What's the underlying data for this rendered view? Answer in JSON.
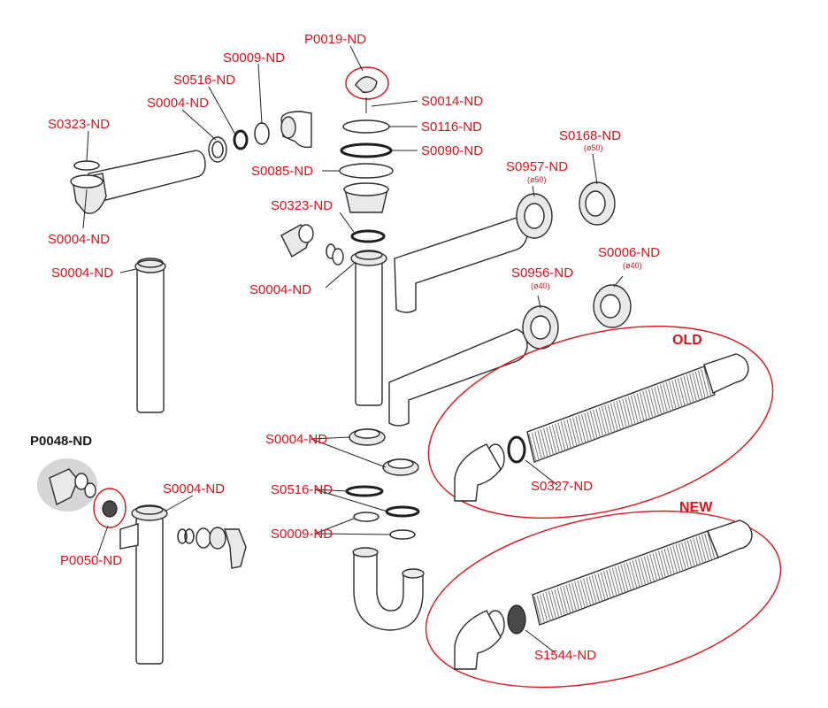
{
  "labels": {
    "p0019": "P0019-ND",
    "s0516_top": "S0516-ND",
    "s0009_top": "S0009-ND",
    "s0004_top": "S0004-ND",
    "s0323_left": "S0323-ND",
    "s0004_left": "S0004-ND",
    "s0004_tube": "S0004-ND",
    "s0014": "S0014-ND",
    "s0116": "S0116-ND",
    "s0090": "S0090-ND",
    "s0085": "S0085-ND",
    "s0323_mid": "S0323-ND",
    "s0004_mid": "S0004-ND",
    "s0168": "S0168-ND",
    "s0168_sub": "(ø50)",
    "s0957": "S0957-ND",
    "s0957_sub": "(ø50)",
    "s0006": "S0006-ND",
    "s0006_sub": "(ø40)",
    "s0956": "S0956-ND",
    "s0956_sub": "(ø40)",
    "old": "OLD",
    "s0327": "S0327-ND",
    "p0048": "P0048-ND",
    "s0004_bl": "S0004-ND",
    "p0050": "P0050-ND",
    "s0004_center": "S0004-ND",
    "s0516_center": "S0516-ND",
    "s0009_center": "S0009-ND",
    "new": "NEW",
    "s1544": "S1544-ND"
  },
  "colors": {
    "label_red": "#d4141b",
    "dark_text": "#1a1a1a",
    "outline": "#2b2b2b"
  }
}
